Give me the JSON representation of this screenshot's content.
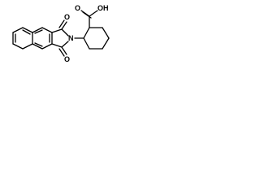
{
  "molecule": {
    "atoms": {
      "n_imide": "N",
      "o_top": "O",
      "o_bottom": "O",
      "o_carbonyl": "O",
      "o_hydroxyl": "OH"
    }
  },
  "colors": {
    "bond": "#000000",
    "background": "#ffffff"
  }
}
